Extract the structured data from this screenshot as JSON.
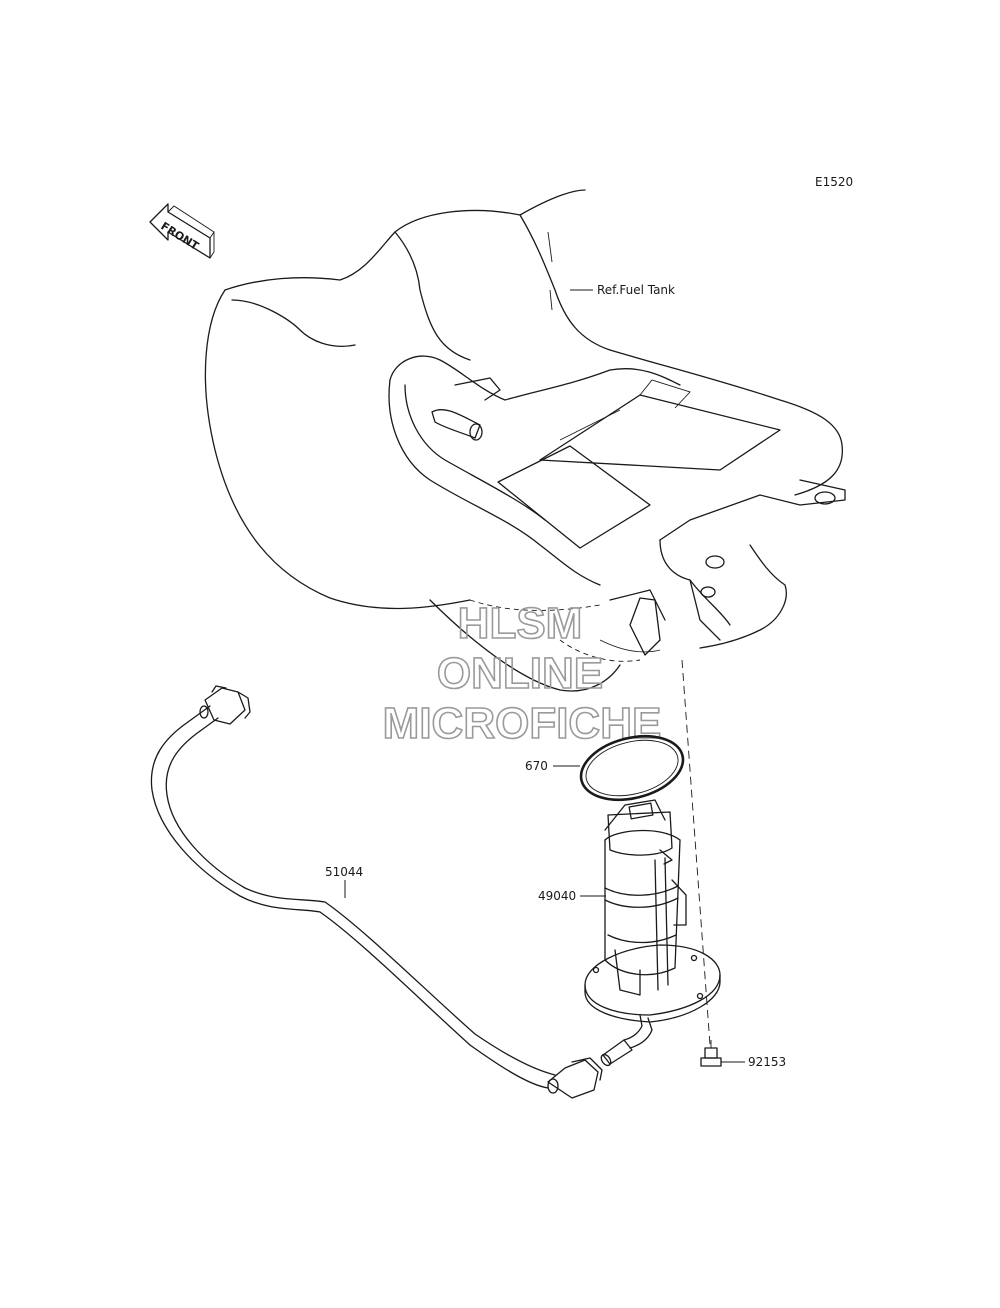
{
  "diagram_code": "E1520",
  "front_label": "FRONT",
  "reference_label": "Ref.Fuel Tank",
  "watermark": {
    "line1": "HLSM",
    "line2": "ONLINE",
    "line3": "MICROFICHE"
  },
  "parts": [
    {
      "number": "670"
    },
    {
      "number": "49040"
    },
    {
      "number": "51044"
    },
    {
      "number": "92153"
    }
  ]
}
